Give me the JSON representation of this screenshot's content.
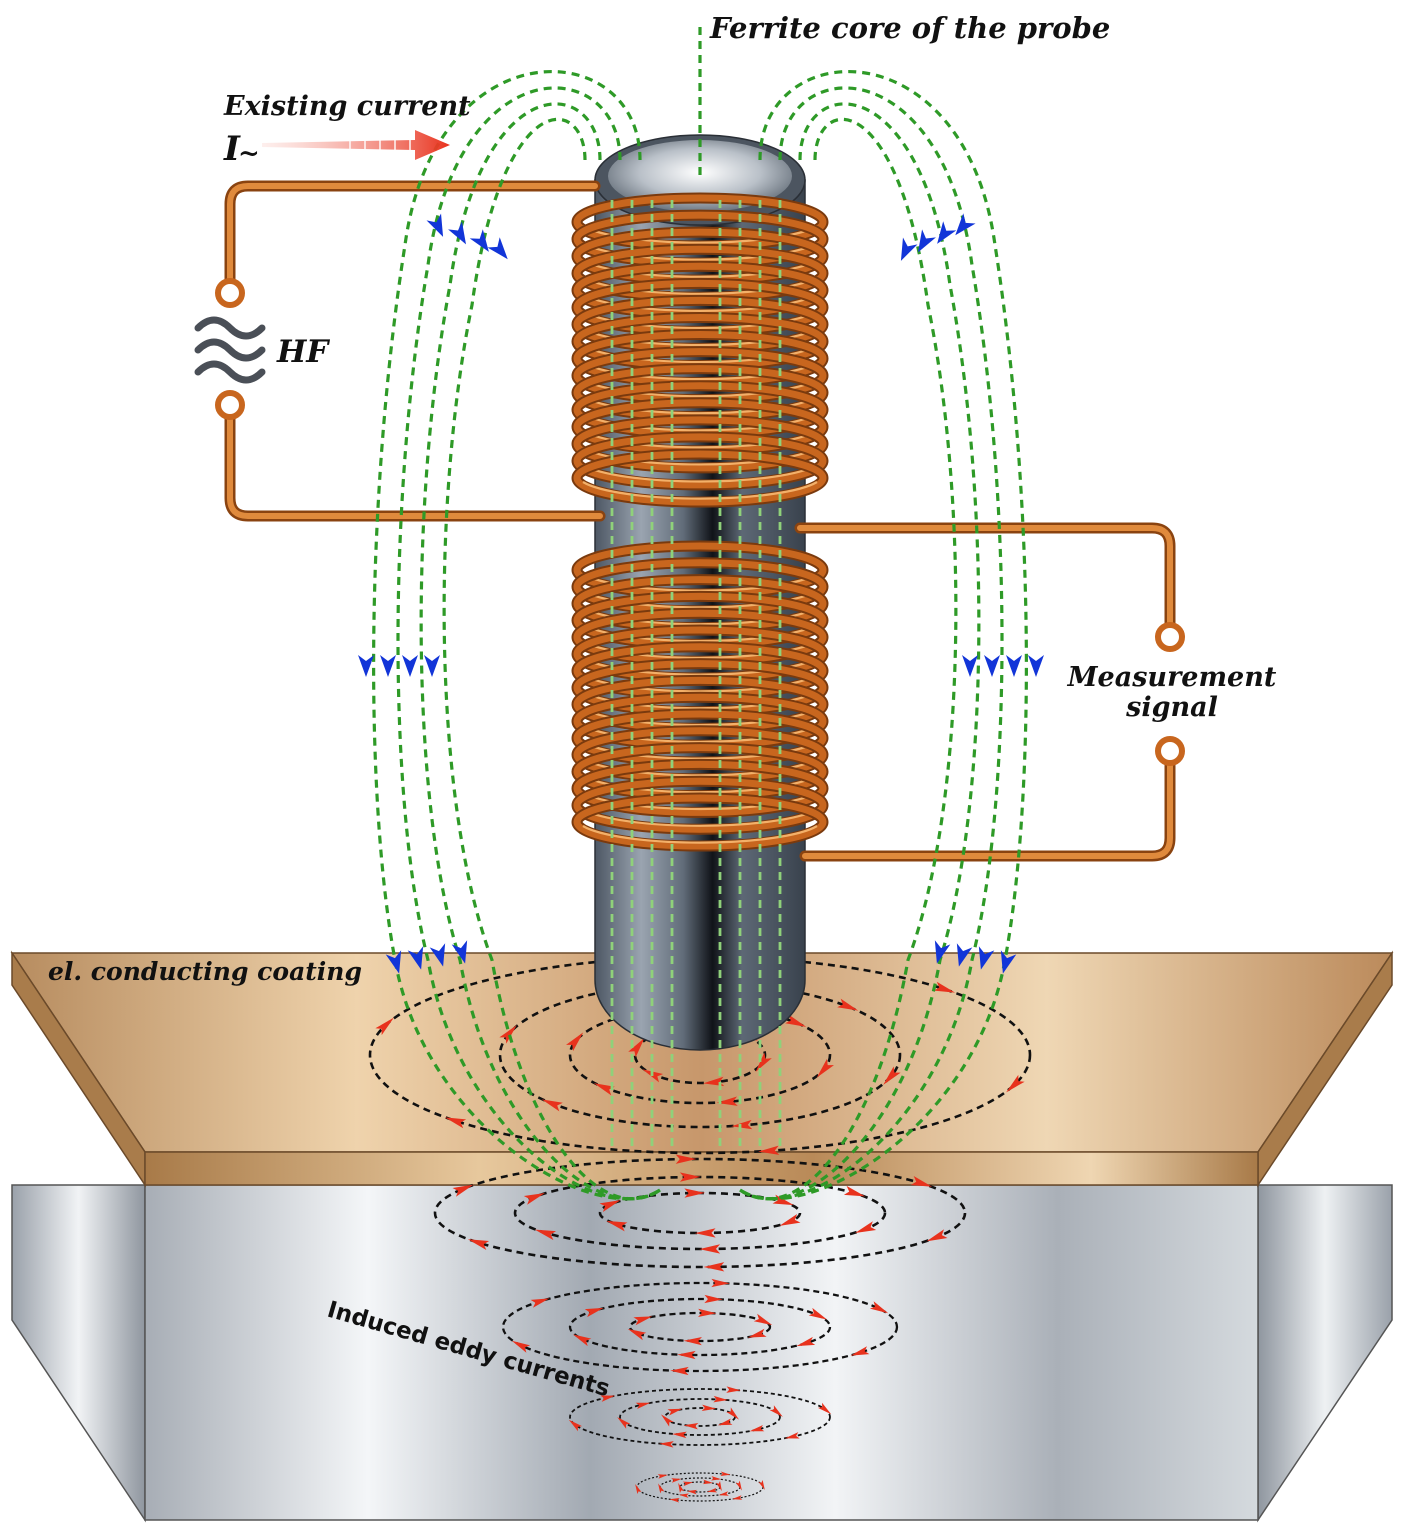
{
  "labels": {
    "ferrite_core": "Ferrite core of the probe",
    "existing_current": "Existing current",
    "current_symbol": "I",
    "current_subscript": "~",
    "hf": "HF",
    "measurement_line1": "Measurement",
    "measurement_line2": "signal",
    "coating": "el. conducting coating",
    "eddy_currents": "Induced eddy currents"
  },
  "icons": {
    "hf_source": "sine-wave-source-icon",
    "terminal": "terminal-ring-icon",
    "current_arrow": "red-arrow-icon"
  },
  "colors": {
    "wire": "#c8661e",
    "wire_light": "#f3b069",
    "field_line": "#2e9a27",
    "field_line_inner": "#8fd17a",
    "field_arrow": "#1235d8",
    "eddy_arrow": "#e8321d",
    "eddy_ring": "#111111",
    "coating": "#d8ad7c",
    "substrate": "#c9ced4",
    "core": "#5e6a78"
  }
}
